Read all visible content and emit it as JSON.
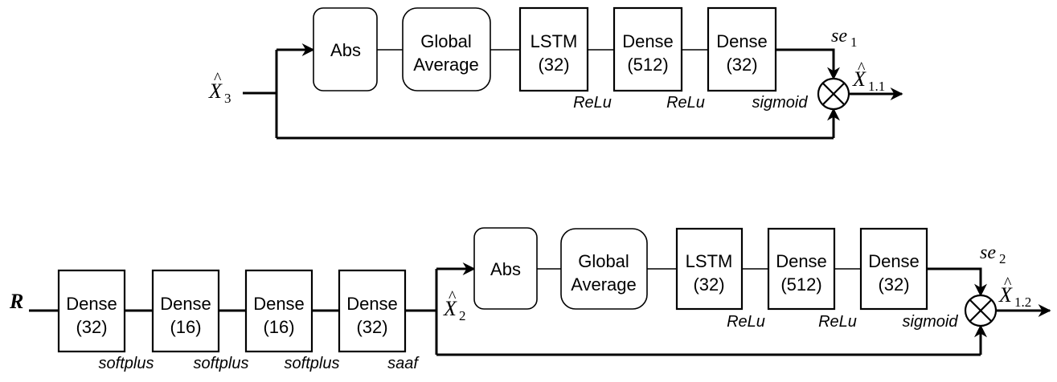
{
  "top": {
    "input": {
      "symbol": "X",
      "sub": "3"
    },
    "blocks": [
      {
        "line1": "Abs",
        "line2": ""
      },
      {
        "line1": "Global",
        "line2": "Average"
      },
      {
        "line1": "LSTM",
        "line2": "(32)"
      },
      {
        "line1": "Dense",
        "line2": "(512)"
      },
      {
        "line1": "Dense",
        "line2": "(32)"
      }
    ],
    "activations": [
      "ReLu",
      "ReLu",
      "sigmoid"
    ],
    "se": {
      "symbol": "se",
      "sub": "1"
    },
    "output": {
      "symbol": "X",
      "sub": "1.1"
    }
  },
  "bottom": {
    "input": "R",
    "pre_blocks": [
      {
        "line1": "Dense",
        "line2": "(32)"
      },
      {
        "line1": "Dense",
        "line2": "(16)"
      },
      {
        "line1": "Dense",
        "line2": "(16)"
      },
      {
        "line1": "Dense",
        "line2": "(32)"
      }
    ],
    "pre_activations": [
      "softplus",
      "softplus",
      "softplus",
      "saaf"
    ],
    "mid": {
      "symbol": "X",
      "sub": "2"
    },
    "blocks": [
      {
        "line1": "Abs",
        "line2": ""
      },
      {
        "line1": "Global",
        "line2": "Average"
      },
      {
        "line1": "LSTM",
        "line2": "(32)"
      },
      {
        "line1": "Dense",
        "line2": "(512)"
      },
      {
        "line1": "Dense",
        "line2": "(32)"
      }
    ],
    "activations": [
      "ReLu",
      "ReLu",
      "sigmoid"
    ],
    "se": {
      "symbol": "se",
      "sub": "2"
    },
    "output": {
      "symbol": "X",
      "sub": "1.2"
    }
  },
  "symbols": {
    "hat": "^"
  }
}
